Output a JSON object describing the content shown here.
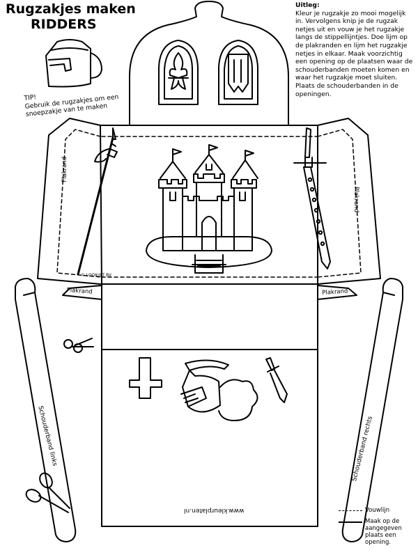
{
  "title": {
    "line1": "Rugzakjes maken",
    "line2": "RIDDERS"
  },
  "instructions": {
    "heading": "Uitleg:",
    "body": "Kleur je rugzakje zo mooi mogelijk in. Vervolgens knip je de rugzak netjes uit en vouw je het rugzakje langs de stippellijntjes. Doe lijm op de plakranden en lijm het rugzakje netjes in elkaar. Maak voorzichtig een opening op de plaatsen waar de schouderbanden moeten komen en waar het rugzakje moet sluiten.  Plaats de schouderbanden in de openingen."
  },
  "tip": {
    "heading": "TIP!",
    "body": "Gebruik de rugzakjes om een snoepzakje van te maken"
  },
  "labels": {
    "plakrand_left": "Plakrand",
    "plakrand_right": "Plakrand",
    "plakrand_bottom_left": "Plakrand",
    "plakrand_bottom_right": "Plakrand",
    "shoulder_left": "Schouderband links",
    "shoulder_right": "Schouderband rechts",
    "copyright": "© LOOK@T BV",
    "website": "www.kleurplaten.nl"
  },
  "legend": {
    "fold": "Vouwlijn",
    "cut": "Maak op de aangegeven plaats een opening."
  },
  "icons": [
    "backpack-icon",
    "scissors-icon",
    "castle-icon",
    "halberd-icon",
    "sword-icon",
    "cross-icon",
    "helmet-icon",
    "dagger-icon",
    "shield-icon",
    "fleur-de-lis-icon"
  ]
}
